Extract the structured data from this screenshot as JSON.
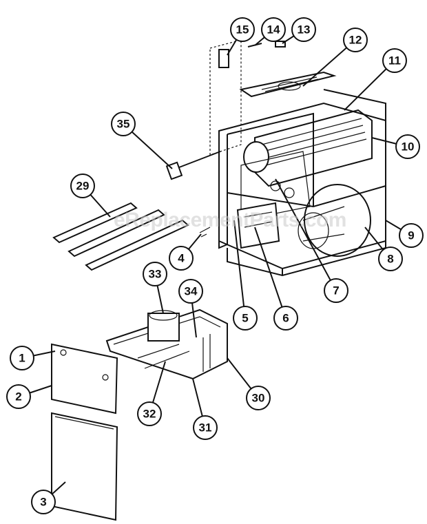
{
  "diagram": {
    "type": "exploded-parts-diagram",
    "watermark": "eReplacementParts.com",
    "callouts": [
      "15",
      "14",
      "13",
      "12",
      "11",
      "10",
      "35",
      "29",
      "4",
      "5",
      "6",
      "7",
      "8",
      "9",
      "33",
      "34",
      "1",
      "2",
      "30",
      "32",
      "31",
      "3"
    ]
  }
}
